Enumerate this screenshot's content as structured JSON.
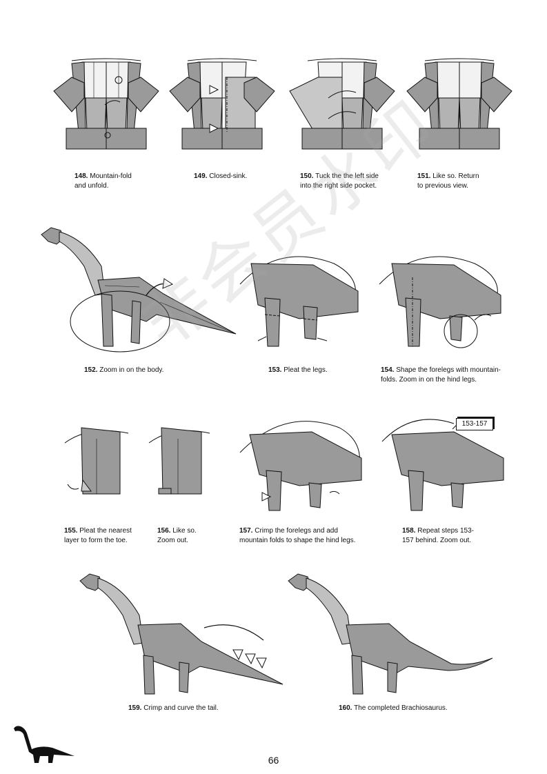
{
  "page_number": "66",
  "watermark": "非会员水印",
  "repeat_tag": "153-157",
  "steps": [
    {
      "num": "148.",
      "text_lines": [
        "Mountain-fold",
        "and unfold."
      ]
    },
    {
      "num": "149.",
      "text_lines": [
        "Closed-sink."
      ]
    },
    {
      "num": "150.",
      "text_lines": [
        "Tuck the the left side",
        "into the right side pocket."
      ]
    },
    {
      "num": "151.",
      "text_lines": [
        "Like so. Return",
        "to previous view."
      ]
    },
    {
      "num": "152.",
      "text_lines": [
        "Zoom in on the body."
      ]
    },
    {
      "num": "153.",
      "text_lines": [
        "Pleat the legs."
      ]
    },
    {
      "num": "154.",
      "text_lines": [
        "Shape the forelegs with mountain-",
        "folds. Zoom in on the hind legs."
      ]
    },
    {
      "num": "155.",
      "text_lines": [
        "Pleat the nearest",
        "layer to form the toe."
      ]
    },
    {
      "num": "156.",
      "text_lines": [
        "Like so.",
        "Zoom out."
      ]
    },
    {
      "num": "157.",
      "text_lines": [
        "Crimp the forelegs and add",
        "mountain folds to shape the hind legs."
      ]
    },
    {
      "num": "158.",
      "text_lines": [
        "Repeat steps 153-",
        "157 behind. Zoom out."
      ]
    },
    {
      "num": "159.",
      "text_lines": [
        "Crimp and curve the tail."
      ]
    },
    {
      "num": "160.",
      "text_lines": [
        "The completed Brachiosaurus."
      ]
    }
  ],
  "colors": {
    "paper_gray": "#9a9a9a",
    "light_gray": "#c8c8c8",
    "white_side": "#f2f2f2",
    "ink": "#111111"
  }
}
